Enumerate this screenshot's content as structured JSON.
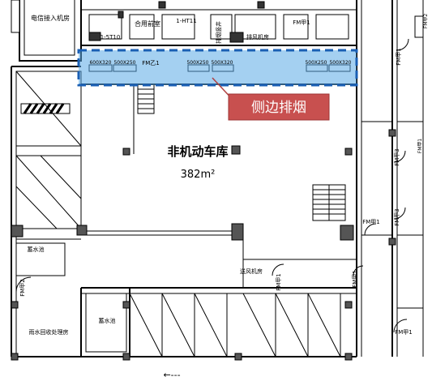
{
  "labels": {
    "room_top_left": "电信接入机房",
    "room_top_mid": "合用前室",
    "lt_top": "1-5T10",
    "lt_top2": "1-HT11",
    "exhaust_room": "排风机房",
    "fm_top1": "FM乙1",
    "fm_top2": "FM甲1",
    "fm_top_right": "FM甲1",
    "smoke_shaft": "排烟竖井",
    "garage_name": "非机动车库",
    "garage_area": "382m²",
    "fire_pool_left": "蓄水池",
    "fire_pool_right": "蓄水池",
    "pump_room": "雨水回收处理房",
    "supply_room": "送风机房",
    "fm_left": "FM甲2",
    "fm_mid_left": "FM甲1",
    "fm_mid_right": "FM甲1",
    "fm_r1": "FM甲1",
    "fm_r2": "FM甲3",
    "fm_r3": "FM甲3",
    "fm_r4": "FM甲1",
    "fm_bottom_right": "FM甲1",
    "fm_right_edge": "FM甲2",
    "duct_1": "600X320",
    "duct_2": "500X250",
    "duct_3": "500X250",
    "duct_4": "500X320",
    "duct_5": "500X250",
    "duct_6": "500X320",
    "callout": "侧边排烟",
    "arrow_text": "←---"
  },
  "colors": {
    "highlight_fill": "#5aa9e6",
    "highlight_border": "#1a5fb4",
    "callout_fill": "#c8504f",
    "callout_border": "#9e3534",
    "callout_text": "#ffffff",
    "leader": "#b04040",
    "line": "#000000",
    "column": "#555555"
  }
}
